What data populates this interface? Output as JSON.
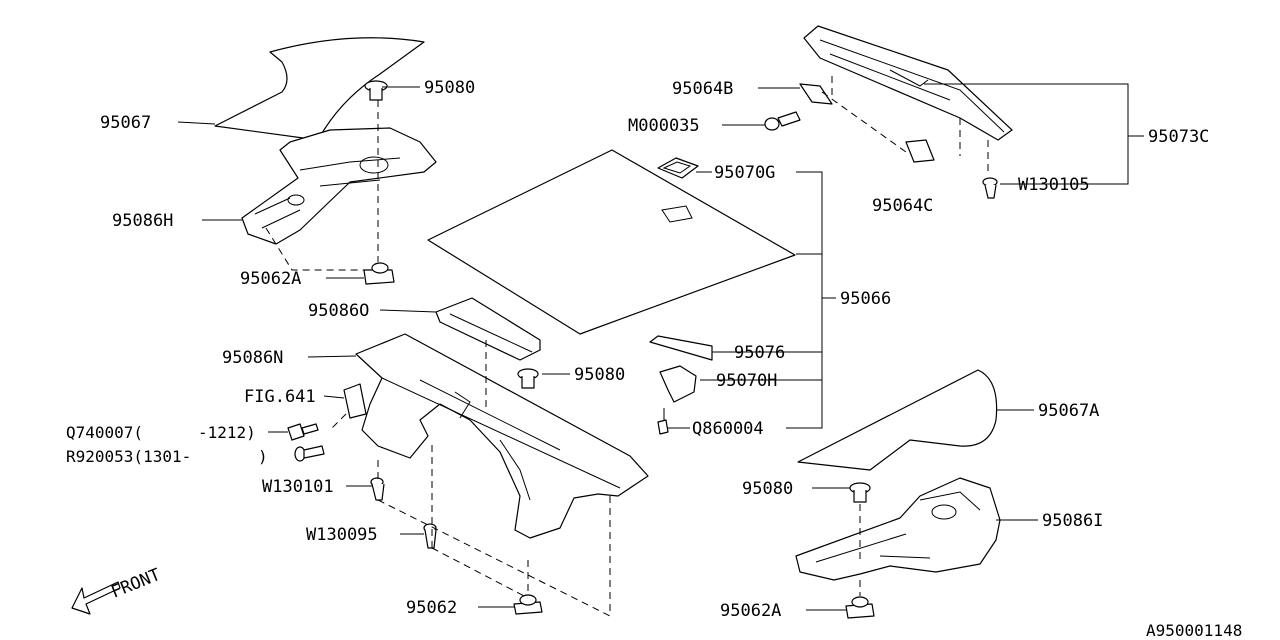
{
  "diagram_code": "A950001148",
  "front_label": "FRONT",
  "callouts": {
    "p95067": "95067",
    "p95080_a": "95080",
    "p95086H": "95086H",
    "p95062A_a": "95062A",
    "p95086O": "95086O",
    "p95086N": "95086N",
    "fig641": "FIG.641",
    "q740007": "Q740007(",
    "q740007_range": "-1212)",
    "r920053": "R920053(1301-",
    "r920053_range": ")",
    "w130101": "W130101",
    "w130095": "W130095",
    "p95062": "95062",
    "p95064B": "95064B",
    "m000035": "M000035",
    "p95073C": "95073C",
    "w130105": "W130105",
    "p95064C": "95064C",
    "p95070G": "95070G",
    "p95066": "95066",
    "p95076": "95076",
    "p95080_b": "95080",
    "p95070H": "95070H",
    "q860004": "Q860004",
    "p95067A": "95067A",
    "p95080_c": "95080",
    "p95086I": "95086I",
    "p95062A_b": "95062A"
  }
}
